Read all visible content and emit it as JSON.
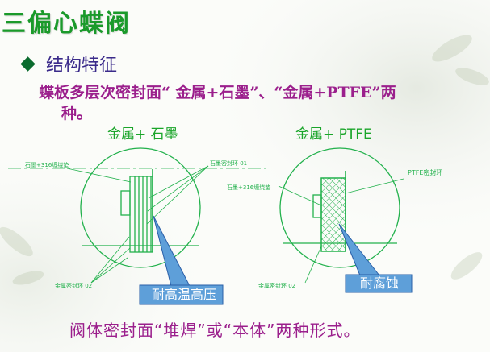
{
  "slide": {
    "title": "三偏心蝶阀",
    "bullet": "结构特征",
    "description_line1": "蝶板多层次密封面“ 金属+石墨”、“金属+PTFE”两",
    "description_line2": "种。",
    "footer": "阀体密封面“堆焊”或“本体”两种形式。"
  },
  "figure_left": {
    "heading": "金属+ 石墨",
    "label_top_left": "石墨+316缠绕垫",
    "label_top_right": "石墨密封环 01",
    "label_bottom": "金属密封环 02",
    "callout": "耐高温高压"
  },
  "figure_right": {
    "heading": "金属+ PTFE",
    "label_top_right": "PTFE密封环",
    "label_left": "石墨+316缠绕垫",
    "label_bottom": "金属密封环 02",
    "callout": "耐腐蚀"
  },
  "colors": {
    "title": "#1a9a2a",
    "text": "#9b1f8c",
    "diagram_line": "#22b14c",
    "callout_fill": "#5e9fd9"
  }
}
